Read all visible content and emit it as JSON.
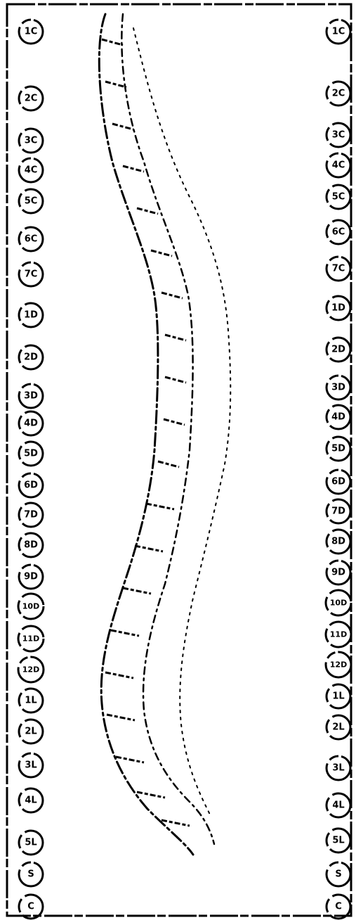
{
  "labels_left": [
    "1C",
    "2C",
    "3C",
    "4C",
    "5C",
    "6C",
    "7C",
    "1D",
    "2D",
    "3D",
    "4D",
    "5D",
    "6D",
    "7D",
    "8D",
    "9D",
    "10D",
    "11D",
    "12D",
    "1L",
    "2L",
    "3L",
    "4L",
    "5L",
    "S",
    "C"
  ],
  "labels_right": [
    "1C",
    "2C",
    "3C",
    "4C",
    "5C",
    "6C",
    "7C",
    "1D",
    "2D",
    "3D",
    "4D",
    "5D",
    "6D",
    "7D",
    "8D",
    "9D",
    "10D",
    "11D",
    "12D",
    "1L",
    "2L",
    "3L",
    "4L",
    "5L",
    "S",
    "C"
  ]
}
